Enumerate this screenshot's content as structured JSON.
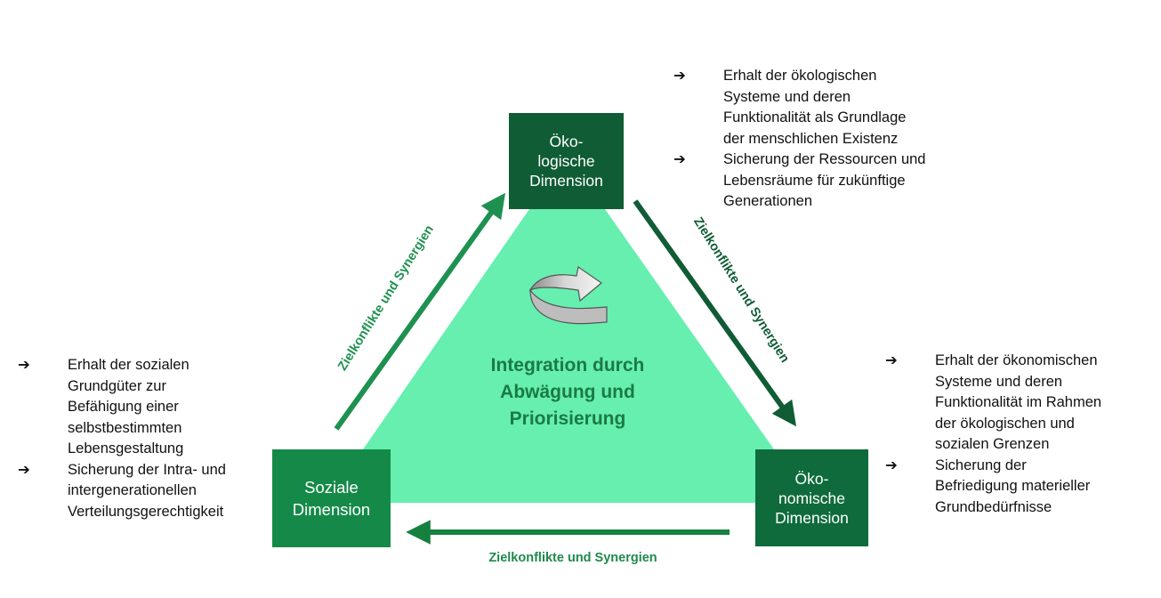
{
  "colors": {
    "triangle_fill": "#66efaf",
    "eco_box": "#0f5c35",
    "social_box": "#158a48",
    "economic_box": "#0f6b3c",
    "arrow_left": "#1e9150",
    "arrow_right": "#0f5c35",
    "arrow_bottom": "#16803f",
    "center_text": "#1b7a45"
  },
  "icons": {
    "arrow_bullet": "rightwards-arrow-icon",
    "center": "curved-arrow-icon"
  },
  "dimensions": {
    "ecological": "Öko-\nlogische\nDimension",
    "social": "Soziale\nDimension",
    "economic": "Öko-\nnomische\nDimension"
  },
  "center_label": "Integration durch\nAbwägung und\nPriorisierung",
  "edge_labels": {
    "left": "Zielkonflikte und Synergien",
    "right": "Zielkonflikte und Synergien",
    "bottom": "Zielkonflikte und Synergien"
  },
  "bullets": {
    "arrow": "➔",
    "ecological": [
      "Erhalt der ökologischen\nSysteme und deren\nFunktionalität als Grundlage\nder menschlichen Existenz",
      "Sicherung der Ressourcen und\nLebensräume für zukünftige\nGenerationen"
    ],
    "social": [
      "Erhalt der sozialen\nGrundgüter zur\nBefähigung einer\nselbstbestimmten\nLebensgestaltung",
      "Sicherung der Intra- und\nintergenerationellen\nVerteilungsgerechtigkeit"
    ],
    "economic": [
      "Erhalt der ökonomischen\nSysteme und deren\nFunktionalität im Rahmen\nder ökologischen und\nsozialen Grenzen",
      "Sicherung der\nBefriedigung materieller\nGrundbedürfnisse"
    ]
  }
}
